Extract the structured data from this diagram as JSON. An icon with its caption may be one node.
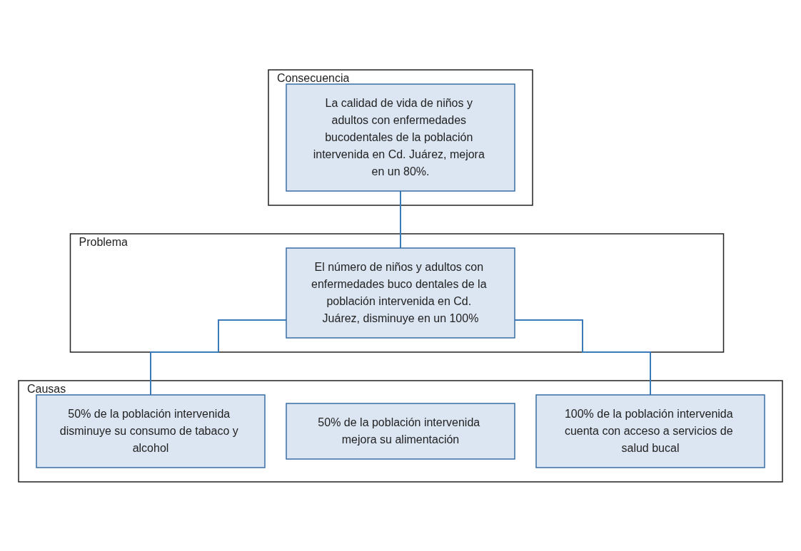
{
  "diagram": {
    "nodes": [
      {
        "text": [
          "Consecuencia"
        ]
      },
      {
        "text": [
          "La calidad de vida de niños y adultos con enfermedades bucodentales de la población intervenida en Cd. Juárez, mejora en un 80%."
        ],
        "in": 0
      },
      {
        "text": [
          "Problema"
        ]
      },
      {
        "text": [
          "El número de niños y adultos con enfermedades buco dentales de la población intervenida en Cd. Juárez, disminuye en un 100%"
        ],
        "in": 2
      },
      {
        "text": [
          "Causas"
        ]
      },
      {
        "text": [
          "50% de la población intervenida disminuye su consumo de tabaco y alcohol"
        ],
        "in": 4
      },
      {
        "text": [
          "50% de la población intervenida mejora su alimentación"
        ],
        "in": 4
      },
      {
        "text": [
          "100% de la población intervenida cuenta con acceso a servicios de salud bucal"
        ],
        "in": 4
      }
    ],
    "edges": [
      {
        "from": 1,
        "to": 3,
        "arrow": "none"
      },
      {
        "from": 3,
        "to": 5,
        "arrow": "none"
      },
      {
        "from": 3,
        "to": 7,
        "arrow": "none"
      }
    ]
  }
}
